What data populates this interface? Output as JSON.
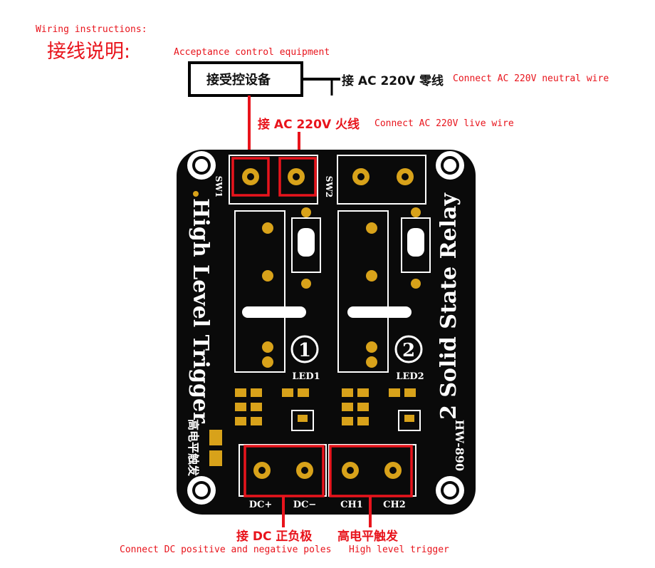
{
  "header": {
    "title_en": "Wiring instructions:",
    "title_cn": "接线说明:"
  },
  "top": {
    "equipment_en": "Acceptance control equipment",
    "equipment_box": "接受控设备",
    "neutral_cn": "接 AC 220V 零线",
    "neutral_en": "Connect AC 220V neutral wire",
    "live_cn": "接 AC 220V 火线",
    "live_en": "Connect AC 220V live wire"
  },
  "board": {
    "left_text": "High Level Trigger",
    "right_text": "2 Solid State Relay",
    "model": "HW-890",
    "sw1": "SW1",
    "sw2": "SW2",
    "led1": "LED1",
    "led2": "LED2",
    "ch1_badge": "1",
    "ch2_badge": "2",
    "cn_label": "高电平触发",
    "terminals": [
      "DC+",
      "DC−",
      "CH1",
      "CH2"
    ]
  },
  "bottom": {
    "dc_cn": "接 DC 正负极",
    "trigger_cn": "高电平触发",
    "dc_en": "Connect DC positive and negative poles",
    "trigger_en": "High level trigger"
  },
  "colors": {
    "accent_red": "#e8141c",
    "pcb_black": "#0a0a0a",
    "pad_gold": "#d8a21a"
  }
}
